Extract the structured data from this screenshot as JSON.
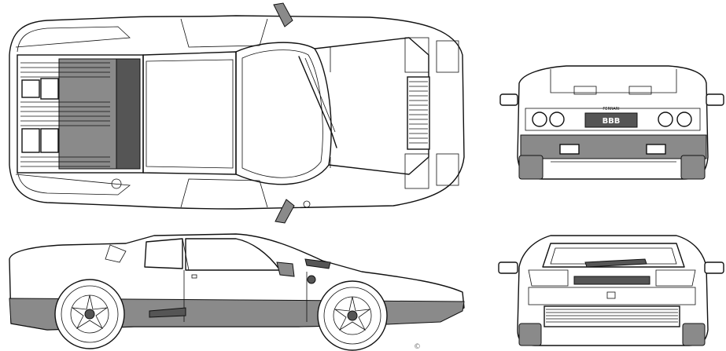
{
  "drawing": {
    "views": [
      "top-view",
      "rear-view",
      "side-view",
      "front-view"
    ],
    "rear_plate_text": "BBB",
    "rear_badge_text": "FERRARI",
    "watermark": "©"
  },
  "colors": {
    "line": "#111111",
    "shade": "#8a8a8a",
    "background": "#ffffff"
  }
}
